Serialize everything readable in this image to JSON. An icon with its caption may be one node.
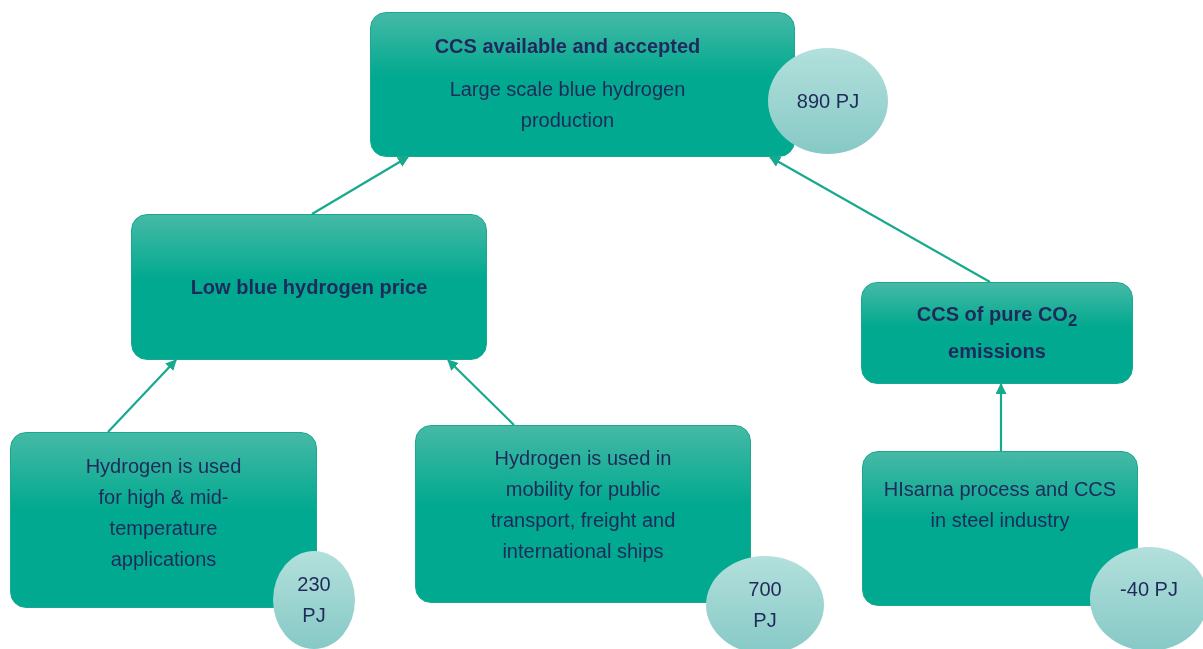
{
  "diagram": {
    "nodes": [
      {
        "text": [
          "CCS available and accepted",
          "Large scale blue hydrogen production"
        ]
      },
      {
        "text": [
          "890 PJ"
        ]
      },
      {
        "text": [
          "Low blue hydrogen price"
        ]
      },
      {
        "text": [
          "CCS of pure CO$_{2}$ emissions"
        ]
      },
      {
        "text": [
          "Hydrogen is used for high & mid-temperature applications"
        ]
      },
      {
        "text": [
          "230 PJ"
        ]
      },
      {
        "text": [
          "Hydrogen is used in mobility for public transport, freight and international ships"
        ]
      },
      {
        "text": [
          "700 PJ"
        ]
      },
      {
        "text": [
          "HIsarna process and CCS in steel industry"
        ]
      },
      {
        "text": [
          "-40 PJ"
        ]
      }
    ],
    "edges": [
      {
        "from": 4,
        "to": 2,
        "arrow": "to"
      },
      {
        "from": 6,
        "to": 2,
        "arrow": "to"
      },
      {
        "from": 2,
        "to": 0,
        "arrow": "to"
      },
      {
        "from": 8,
        "to": 3,
        "arrow": "to"
      },
      {
        "from": 3,
        "to": 0,
        "arrow": "to"
      }
    ]
  }
}
